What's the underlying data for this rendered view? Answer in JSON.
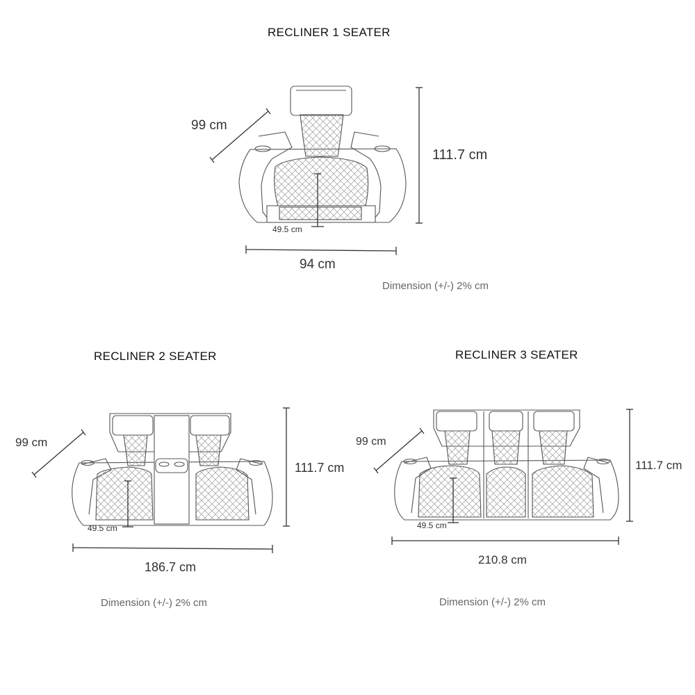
{
  "one_seater": {
    "title": "RECLINER 1 SEATER",
    "depth": "99 cm",
    "height": "111.7 cm",
    "seat_height": "49.5 cm",
    "width": "94 cm",
    "note": "Dimension  (+/-) 2% cm"
  },
  "two_seater": {
    "title": "RECLINER 2 SEATER",
    "depth": "99 cm",
    "height": "111.7 cm",
    "seat_height": "49.5 cm",
    "width": "186.7 cm",
    "note": "Dimension  (+/-) 2% cm"
  },
  "three_seater": {
    "title": "RECLINER 3 SEATER",
    "depth": "99 cm",
    "height": "111.7 cm",
    "seat_height": "49.5 cm",
    "width": "210.8 cm",
    "note": "Dimension  (+/-) 2% cm"
  }
}
